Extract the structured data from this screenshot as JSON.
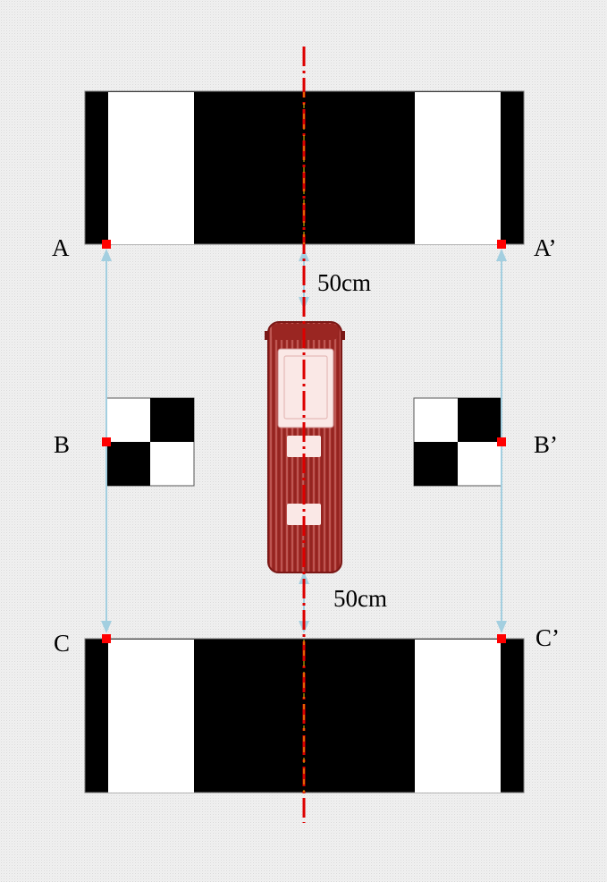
{
  "points": {
    "a": "A",
    "a_prime": "A’",
    "b": "B",
    "b_prime": "B’",
    "c": "C",
    "c_prime": "C’"
  },
  "distances": {
    "top": "50cm",
    "bottom": "50cm"
  },
  "colors": {
    "panel_black": "#000000",
    "panel_white": "#ffffff",
    "marker": "#ff0000",
    "arrow": "#a3cfe0",
    "centerline": "#dd0000",
    "centerline_inner": "#e8c200",
    "vehicle": "#a8302c"
  }
}
